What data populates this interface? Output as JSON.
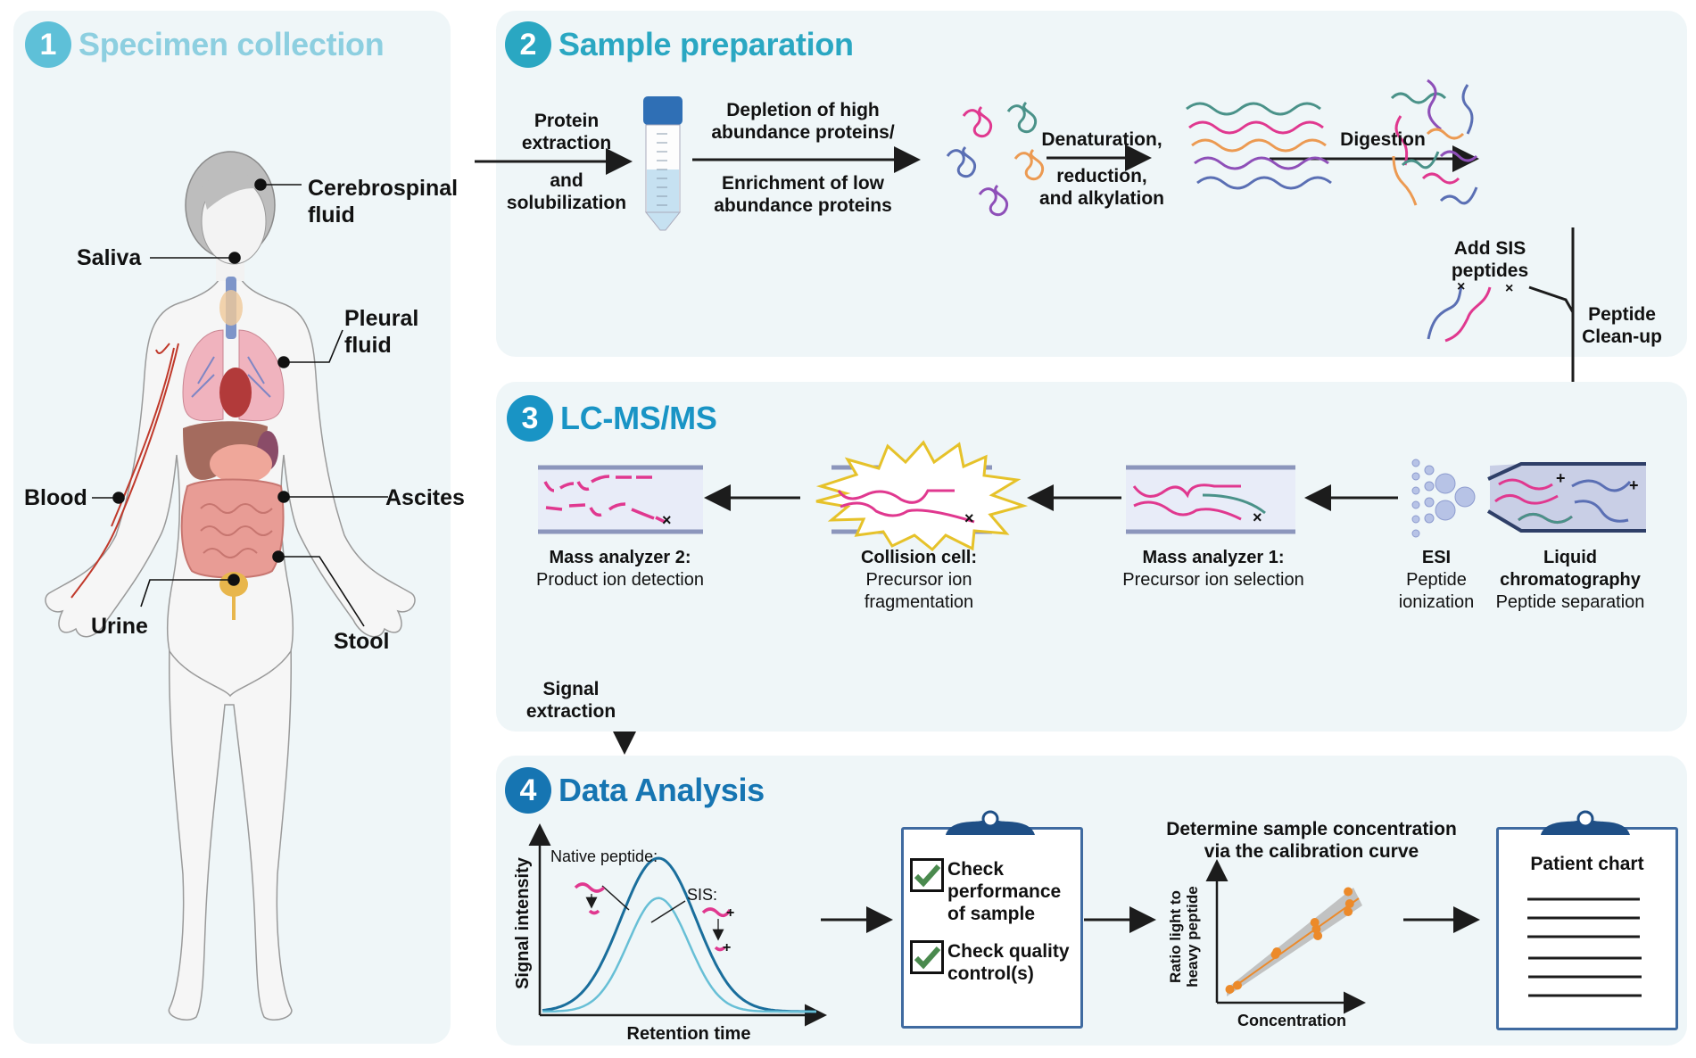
{
  "colors": {
    "step1": "#5ec0d8",
    "step1_title": "#8dcfe0",
    "step2": "#2aa7c2",
    "step3": "#1994c5",
    "step4": "#1675b2",
    "panel_bg": "#eff6f8",
    "magenta": "#e0388f",
    "teal": "#4a9289",
    "orange": "#ec9a52",
    "purple": "#8e4fb8",
    "blue": "#5a6fb4",
    "check_green": "#4a8a4e",
    "clipboard": "#1f4f86",
    "calib_orange": "#ec8a2a"
  },
  "step1": {
    "number": "1",
    "title": "Specimen collection",
    "specimens": [
      "Cerebrospinal fluid",
      "Saliva",
      "Pleural fluid",
      "Blood",
      "Ascites",
      "Urine",
      "Stool"
    ],
    "labels": {
      "csf_l1": "Cerebrospinal",
      "csf_l2": "fluid",
      "saliva": "Saliva",
      "pleural_l1": "Pleural",
      "pleural_l2": "fluid",
      "blood": "Blood",
      "ascites": "Ascites",
      "urine": "Urine",
      "stool": "Stool"
    }
  },
  "step2": {
    "number": "2",
    "title": "Sample preparation",
    "arrow1": {
      "top_l1": "Protein",
      "top_l2": "extraction",
      "bottom_l1": "and",
      "bottom_l2": "solubilization"
    },
    "arrow2": {
      "top_l1": "Depletion of high",
      "top_l2": "abundance proteins/",
      "bottom_l1": "Enrichment of low",
      "bottom_l2": "abundance proteins"
    },
    "arrow3": {
      "top_l1": "Denaturation,",
      "bottom_l1": "reduction,",
      "bottom_l2": "and alkylation"
    },
    "arrow4": {
      "top_l1": "Digestion"
    },
    "sis": {
      "l1": "Add SIS",
      "l2": "peptides"
    },
    "cleanup": {
      "l1": "Peptide",
      "l2": "Clean-up"
    }
  },
  "step3": {
    "number": "3",
    "title": "LC-MS/MS",
    "stages": [
      {
        "name": "Liquid chromatography",
        "name_l1": "Liquid",
        "name_l2": "chromatography",
        "desc": "Peptide separation"
      },
      {
        "name": "ESI",
        "desc_l1": "Peptide",
        "desc_l2": "ionization"
      },
      {
        "name": "Mass analyzer 1:",
        "desc": "Precursor ion selection"
      },
      {
        "name": "Collision cell:",
        "desc_l1": "Precursor ion",
        "desc_l2": "fragmentation"
      },
      {
        "name": "Mass analyzer 2:",
        "desc": "Product ion detection"
      }
    ],
    "signal": {
      "l1": "Signal",
      "l2": "extraction"
    }
  },
  "step4": {
    "number": "4",
    "title": "Data Analysis",
    "chromatogram": {
      "xlabel": "Retention time",
      "ylabel": "Signal intensity",
      "native_label": "Native peptide:",
      "sis_label": "SIS:"
    },
    "checklist": [
      {
        "l1": "Check",
        "l2": "performance",
        "l3": "of sample",
        "checked": true
      },
      {
        "l1": "Check quality",
        "l2": "control(s)",
        "checked": true
      }
    ],
    "calibration": {
      "title_l1": "Determine sample concentration",
      "title_l2": "via the calibration curve",
      "ylabel_l1": "Ratio light to",
      "ylabel_l2": "heavy peptide",
      "xlabel": "Concentration"
    },
    "patient_chart": {
      "title": "Patient chart",
      "lines": 6
    }
  },
  "chart_data": [
    {
      "type": "line",
      "title": "",
      "xlabel": "Retention time",
      "ylabel": "Signal intensity",
      "series": [
        {
          "name": "Native peptide",
          "peak_relative": 1.0
        },
        {
          "name": "SIS",
          "peak_relative": 0.74
        }
      ],
      "grid": false
    },
    {
      "type": "scatter",
      "title": "Determine sample concentration via the calibration curve",
      "xlabel": "Concentration",
      "ylabel": "Ratio light to heavy peptide",
      "points": [
        [
          0.5,
          0.6
        ],
        [
          1.0,
          0.9
        ],
        [
          3.5,
          3.2
        ],
        [
          3.6,
          3.4
        ],
        [
          6.2,
          5.1
        ],
        [
          6.1,
          5.6
        ],
        [
          6.3,
          4.6
        ],
        [
          8.3,
          6.4
        ],
        [
          8.4,
          7.0
        ],
        [
          8.3,
          7.9
        ]
      ],
      "fit_line": [
        [
          0.3,
          0.4
        ],
        [
          9.0,
          7.4
        ]
      ],
      "confidence_band": true,
      "grid": false
    }
  ]
}
